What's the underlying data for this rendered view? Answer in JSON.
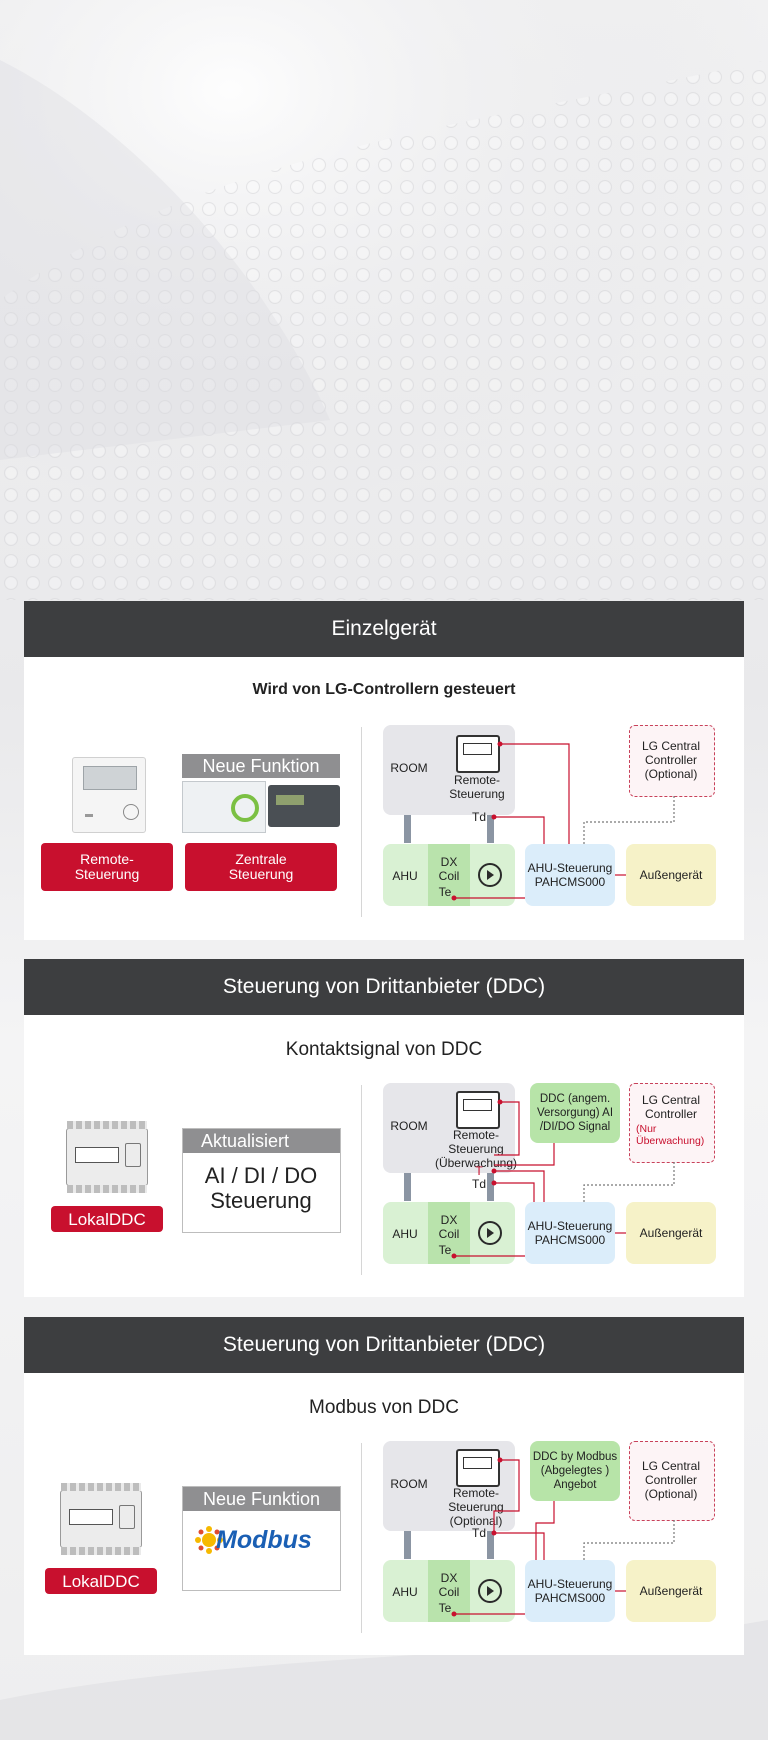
{
  "sections": [
    {
      "header": "Einzelgerät",
      "subtitle": "Wird von LG-Controllern gesteuert",
      "left": {
        "new_label": "Neue Funktion",
        "remote_label": "Remote-\nSteuerung",
        "central_label": "Zentrale\nSteuerung"
      },
      "diagram": {
        "room": "ROOM",
        "remote": "Remote-\nSteuerung",
        "td": "Td",
        "ahu": "AHU",
        "dx": "DX\nCoil",
        "te": "Te",
        "ctrl": "AHU-Steuerung\nPAHCMS000",
        "outdoor": "Außengerät",
        "lgc": "LG Central\nController\n(Optional)"
      }
    },
    {
      "header": "Steuerung von Drittanbieter (DDC)",
      "subtitle": "Kontaktsignal von DDC",
      "left": {
        "local_label": "LokalDDC",
        "updated_label": "Aktualisiert",
        "aidido": "AI / DI / DO\nSteuerung"
      },
      "diagram": {
        "room": "ROOM",
        "remote": "Remote-\nSteuerung\n(Überwachung)",
        "t": "T",
        "td": "Td",
        "ahu": "AHU",
        "dx": "DX\nCoil",
        "te": "Te",
        "ddc": "DDC (angem.\nVersorgung) AI\n/DI/DO Signal",
        "ctrl": "AHU-Steuerung\nPAHCMS000",
        "outdoor": "Außengerät",
        "lgc_title": "LG Central\nController",
        "lgc_note": "(Nur\nÜberwachung)"
      }
    },
    {
      "header": "Steuerung von Drittanbieter (DDC)",
      "subtitle": "Modbus von DDC",
      "left": {
        "local_label": "LokalDDC",
        "new_label": "Neue Funktion",
        "modbus": "Modbus"
      },
      "diagram": {
        "room": "ROOM",
        "remote": "Remote-\nSteuerung\n(Optional)",
        "td": "Td",
        "ahu": "AHU",
        "dx": "DX\nCoil",
        "te": "Te",
        "ddc": "DDC by Modbus\n(Abgelegtes  )\nAngebot",
        "ctrl": "AHU-Steuerung\nPAHCMS000",
        "outdoor": "Außengerät",
        "lgc": "LG Central\nController\n(Optional)"
      }
    }
  ],
  "colors": {
    "header_bg": "#3d3e40",
    "lg_red": "#c8102e",
    "room": "#e6e6ea",
    "ahu": "#d9f1d3",
    "dx_coil": "#b9e3ac",
    "ahu_controller": "#dbedfa",
    "outdoor_unit": "#f6f2c8",
    "ddc": "#b7e4a8",
    "lg_central_border": "#c8415a"
  }
}
